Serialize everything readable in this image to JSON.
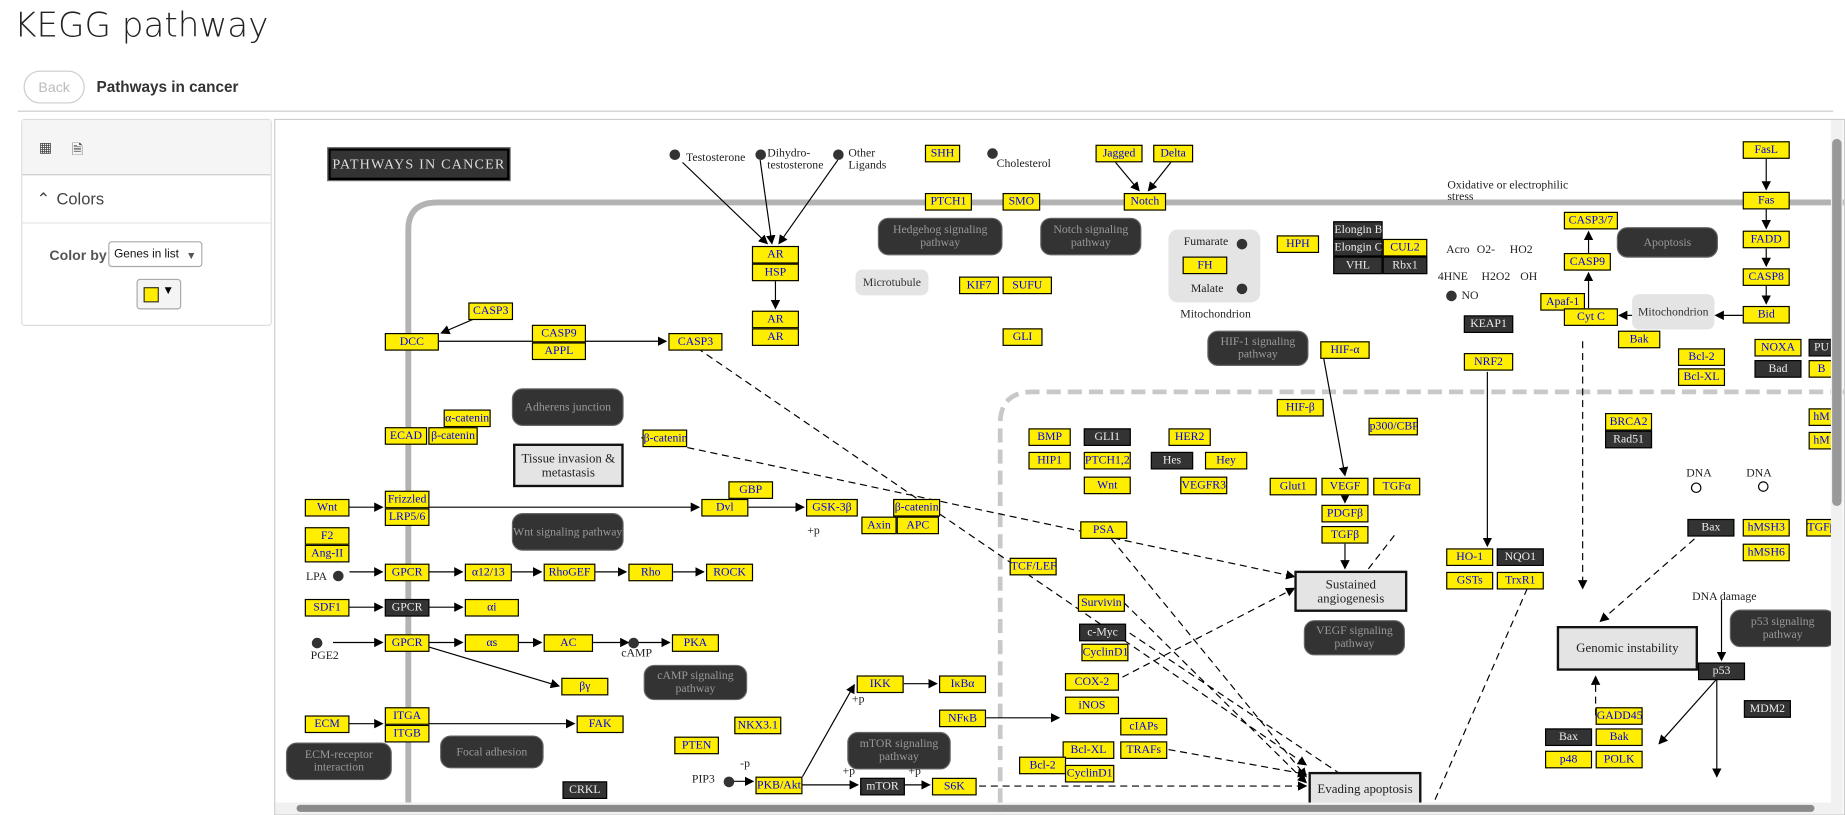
{
  "header": {
    "title": "KEGG pathway",
    "back_label": "Back",
    "breadcrumb": "Pathways in cancer"
  },
  "panel": {
    "toolbar": {
      "icons": [
        "export-image-icon",
        "export-file-icon"
      ]
    },
    "colors_section": {
      "label": "Colors",
      "expanded": true
    },
    "color_by_label": "Color by",
    "color_by_value": "Genes in list",
    "swatch_color": "#ffee00"
  },
  "colors": {
    "gene_in_list": "#ffee00",
    "gene_text": "#0000ee",
    "gene_other": "#333333",
    "pathway": "#333333",
    "phenotype": "#e4e4e4"
  },
  "diagram": {
    "title": "PATHWAYS IN CANCER",
    "nodes": [
      {
        "label": "SHH",
        "kind": "gene-in-list"
      },
      {
        "label": "PTCH1",
        "kind": "gene-in-list"
      },
      {
        "label": "SMO",
        "kind": "gene-in-list"
      },
      {
        "label": "Jagged",
        "kind": "gene-in-list"
      },
      {
        "label": "Delta",
        "kind": "gene-in-list"
      },
      {
        "label": "Notch",
        "kind": "gene-in-list"
      },
      {
        "label": "AR",
        "kind": "gene-in-list"
      },
      {
        "label": "HSP",
        "kind": "gene-in-list"
      },
      {
        "label": "AR",
        "kind": "gene-in-list"
      },
      {
        "label": "AR",
        "kind": "gene-in-list"
      },
      {
        "label": "KIF7",
        "kind": "gene-in-list"
      },
      {
        "label": "SUFU",
        "kind": "gene-in-list"
      },
      {
        "label": "GLI",
        "kind": "gene-in-list"
      },
      {
        "label": "CASP3",
        "kind": "gene-in-list"
      },
      {
        "label": "DCC",
        "kind": "gene-in-list"
      },
      {
        "label": "CASP9",
        "kind": "gene-in-list"
      },
      {
        "label": "APPL",
        "kind": "gene-in-list"
      },
      {
        "label": "CASP3",
        "kind": "gene-in-list"
      },
      {
        "label": "ECAD",
        "kind": "gene-in-list"
      },
      {
        "label": "α-catenin",
        "kind": "gene-in-list"
      },
      {
        "label": "β-catenin",
        "kind": "gene-in-list"
      },
      {
        "label": "β-catenin",
        "kind": "gene-in-list"
      },
      {
        "label": "Wnt",
        "kind": "gene-in-list"
      },
      {
        "label": "Frizzled",
        "kind": "gene-in-list"
      },
      {
        "label": "LRP5/6",
        "kind": "gene-in-list"
      },
      {
        "label": "Dvl",
        "kind": "gene-in-list"
      },
      {
        "label": "GBP",
        "kind": "gene-in-list"
      },
      {
        "label": "GSK-3β",
        "kind": "gene-in-list"
      },
      {
        "label": "β-catenin",
        "kind": "gene-in-list"
      },
      {
        "label": "Axin",
        "kind": "gene-in-list"
      },
      {
        "label": "APC",
        "kind": "gene-in-list"
      },
      {
        "label": "F2",
        "kind": "gene-in-list"
      },
      {
        "label": "Ang-II",
        "kind": "gene-in-list"
      },
      {
        "label": "GPCR",
        "kind": "gene-in-list"
      },
      {
        "label": "α12/13",
        "kind": "gene-in-list"
      },
      {
        "label": "RhoGEF",
        "kind": "gene-in-list"
      },
      {
        "label": "Rho",
        "kind": "gene-in-list"
      },
      {
        "label": "ROCK",
        "kind": "gene-in-list"
      },
      {
        "label": "SDF1",
        "kind": "gene-in-list"
      },
      {
        "label": "GPCR",
        "kind": "gene"
      },
      {
        "label": "αi",
        "kind": "gene-in-list"
      },
      {
        "label": "GPCR",
        "kind": "gene-in-list"
      },
      {
        "label": "αs",
        "kind": "gene-in-list"
      },
      {
        "label": "AC",
        "kind": "gene-in-list"
      },
      {
        "label": "PKA",
        "kind": "gene-in-list"
      },
      {
        "label": "βγ",
        "kind": "gene-in-list"
      },
      {
        "label": "ECM",
        "kind": "gene-in-list"
      },
      {
        "label": "ITGA",
        "kind": "gene-in-list"
      },
      {
        "label": "ITGB",
        "kind": "gene-in-list"
      },
      {
        "label": "FAK",
        "kind": "gene-in-list"
      },
      {
        "label": "PTEN",
        "kind": "gene-in-list"
      },
      {
        "label": "NKX3.1",
        "kind": "gene-in-list"
      },
      {
        "label": "PKB/Akt",
        "kind": "gene-in-list"
      },
      {
        "label": "IKK",
        "kind": "gene-in-list"
      },
      {
        "label": "IκBα",
        "kind": "gene-in-list"
      },
      {
        "label": "NFκB",
        "kind": "gene-in-list"
      },
      {
        "label": "mTOR",
        "kind": "gene"
      },
      {
        "label": "S6K",
        "kind": "gene-in-list"
      },
      {
        "label": "CRKL",
        "kind": "gene"
      },
      {
        "label": "TCF/LEF",
        "kind": "gene-in-list"
      },
      {
        "label": "BMP",
        "kind": "gene-in-list"
      },
      {
        "label": "GLI1",
        "kind": "gene"
      },
      {
        "label": "HIP1",
        "kind": "gene-in-list"
      },
      {
        "label": "PTCH1,2",
        "kind": "gene-in-list"
      },
      {
        "label": "Wnt",
        "kind": "gene-in-list"
      },
      {
        "label": "PSA",
        "kind": "gene-in-list"
      },
      {
        "label": "Survivin",
        "kind": "gene-in-list"
      },
      {
        "label": "c-Myc",
        "kind": "gene"
      },
      {
        "label": "CyclinD1",
        "kind": "gene-in-list"
      },
      {
        "label": "COX-2",
        "kind": "gene-in-list"
      },
      {
        "label": "iNOS",
        "kind": "gene-in-list"
      },
      {
        "label": "cIAPs",
        "kind": "gene-in-list"
      },
      {
        "label": "TRAFs",
        "kind": "gene-in-list"
      },
      {
        "label": "Bcl-XL",
        "kind": "gene-in-list"
      },
      {
        "label": "Bcl-2",
        "kind": "gene-in-list"
      },
      {
        "label": "CyclinD1",
        "kind": "gene-in-list"
      },
      {
        "label": "HER2",
        "kind": "gene-in-list"
      },
      {
        "label": "Hes",
        "kind": "gene"
      },
      {
        "label": "Hey",
        "kind": "gene-in-list"
      },
      {
        "label": "VEGFR3",
        "kind": "gene-in-list"
      },
      {
        "label": "HIF-β",
        "kind": "gene-in-list"
      },
      {
        "label": "p300/CBP",
        "kind": "gene-in-list"
      },
      {
        "label": "HIF-α",
        "kind": "gene-in-list"
      },
      {
        "label": "HPH",
        "kind": "gene-in-list"
      },
      {
        "label": "FH",
        "kind": "gene-in-list"
      },
      {
        "label": "Elongin B",
        "kind": "gene"
      },
      {
        "label": "Elongin C",
        "kind": "gene"
      },
      {
        "label": "CUL2",
        "kind": "gene-in-list"
      },
      {
        "label": "VHL",
        "kind": "gene"
      },
      {
        "label": "Rbx1",
        "kind": "gene"
      },
      {
        "label": "Glut1",
        "kind": "gene-in-list"
      },
      {
        "label": "VEGF",
        "kind": "gene-in-list"
      },
      {
        "label": "TGFα",
        "kind": "gene-in-list"
      },
      {
        "label": "PDGFβ",
        "kind": "gene-in-list"
      },
      {
        "label": "TGFβ",
        "kind": "gene-in-list"
      },
      {
        "label": "KEAP1",
        "kind": "gene"
      },
      {
        "label": "NRF2",
        "kind": "gene-in-list"
      },
      {
        "label": "HO-1",
        "kind": "gene-in-list"
      },
      {
        "label": "NQO1",
        "kind": "gene"
      },
      {
        "label": "GSTs",
        "kind": "gene-in-list"
      },
      {
        "label": "TrxR1",
        "kind": "gene-in-list"
      },
      {
        "label": "CASP3/7",
        "kind": "gene-in-list"
      },
      {
        "label": "CASP9",
        "kind": "gene-in-list"
      },
      {
        "label": "Apaf-1",
        "kind": "gene-in-list"
      },
      {
        "label": "Cyt C",
        "kind": "gene-in-list"
      },
      {
        "label": "Bak",
        "kind": "gene-in-list"
      },
      {
        "label": "Bcl-2",
        "kind": "gene-in-list"
      },
      {
        "label": "Bcl-XL",
        "kind": "gene-in-list"
      },
      {
        "label": "NOXA",
        "kind": "gene-in-list"
      },
      {
        "label": "PU",
        "kind": "gene"
      },
      {
        "label": "Bad",
        "kind": "gene"
      },
      {
        "label": "B",
        "kind": "gene-in-list"
      },
      {
        "label": "FasL",
        "kind": "gene-in-list"
      },
      {
        "label": "Fas",
        "kind": "gene-in-list"
      },
      {
        "label": "FADD",
        "kind": "gene-in-list"
      },
      {
        "label": "CASP8",
        "kind": "gene-in-list"
      },
      {
        "label": "Bid",
        "kind": "gene-in-list"
      },
      {
        "label": "BRCA2",
        "kind": "gene-in-list"
      },
      {
        "label": "Rad51",
        "kind": "gene"
      },
      {
        "label": "hM",
        "kind": "gene-in-list"
      },
      {
        "label": "hM",
        "kind": "gene-in-list"
      },
      {
        "label": "Bax",
        "kind": "gene"
      },
      {
        "label": "hMSH3",
        "kind": "gene-in-list"
      },
      {
        "label": "TGFβR",
        "kind": "gene-in-list"
      },
      {
        "label": "hMSH6",
        "kind": "gene-in-list"
      },
      {
        "label": "p53",
        "kind": "gene"
      },
      {
        "label": "MDM2",
        "kind": "gene"
      },
      {
        "label": "Bax",
        "kind": "gene"
      },
      {
        "label": "Bak",
        "kind": "gene-in-list"
      },
      {
        "label": "GADD45",
        "kind": "gene-in-list"
      },
      {
        "label": "p48",
        "kind": "gene-in-list"
      },
      {
        "label": "POLK",
        "kind": "gene-in-list"
      },
      {
        "label": "Tissue invasion & metastasis",
        "kind": "phenotype"
      },
      {
        "label": "Sustained angiogenesis",
        "kind": "phenotype"
      },
      {
        "label": "Evading apoptosis",
        "kind": "phenotype"
      },
      {
        "label": "Genomic instability",
        "kind": "phenotype"
      },
      {
        "label": "Mitochondrion",
        "kind": "organelle"
      },
      {
        "label": "Microtubule",
        "kind": "organelle"
      },
      {
        "label": "Hedgehog signaling pathway",
        "kind": "pathway-map"
      },
      {
        "label": "Notch signaling pathway",
        "kind": "pathway-map"
      },
      {
        "label": "Adherens junction",
        "kind": "pathway-map"
      },
      {
        "label": "Wnt signaling pathway",
        "kind": "pathway-map"
      },
      {
        "label": "HIF-1 signaling pathway",
        "kind": "pathway-map"
      },
      {
        "label": "Apoptosis",
        "kind": "pathway-map"
      },
      {
        "label": "VEGF signaling pathway",
        "kind": "pathway-map"
      },
      {
        "label": "cAMP signaling pathway",
        "kind": "pathway-map"
      },
      {
        "label": "ECM-receptor interaction",
        "kind": "pathway-map"
      },
      {
        "label": "Focal adhesion",
        "kind": "pathway-map"
      },
      {
        "label": "mTOR signaling pathway",
        "kind": "pathway-map"
      },
      {
        "label": "p53 signaling pathway",
        "kind": "pathway-map"
      },
      {
        "label": "Testosterone",
        "kind": "text"
      },
      {
        "label": "Dihydro-testosterone",
        "kind": "text"
      },
      {
        "label": "Other Ligands",
        "kind": "text"
      },
      {
        "label": "Cholesterol",
        "kind": "text"
      },
      {
        "label": "Fumarate",
        "kind": "text"
      },
      {
        "label": "Malate",
        "kind": "text"
      },
      {
        "label": "Mitochondrion",
        "kind": "text"
      },
      {
        "label": "Oxidative or electrophilic stress",
        "kind": "text"
      },
      {
        "label": "Acro",
        "kind": "text"
      },
      {
        "label": "O2-",
        "kind": "text"
      },
      {
        "label": "HO2",
        "kind": "text"
      },
      {
        "label": "4HNE",
        "kind": "text"
      },
      {
        "label": "H2O2",
        "kind": "text"
      },
      {
        "label": "OH",
        "kind": "text"
      },
      {
        "label": "NO",
        "kind": "text"
      },
      {
        "label": "LPA",
        "kind": "text"
      },
      {
        "label": "PGE2",
        "kind": "text"
      },
      {
        "label": "cAMP",
        "kind": "text"
      },
      {
        "label": "PIP3",
        "kind": "text"
      },
      {
        "label": "DNA",
        "kind": "text"
      },
      {
        "label": "DNA",
        "kind": "text"
      },
      {
        "label": "DNA damage",
        "kind": "text"
      },
      {
        "label": "+p",
        "kind": "text"
      },
      {
        "label": "+p",
        "kind": "text"
      },
      {
        "label": "-p",
        "kind": "text"
      },
      {
        "label": "+p",
        "kind": "text"
      },
      {
        "label": "+p",
        "kind": "text"
      }
    ]
  }
}
